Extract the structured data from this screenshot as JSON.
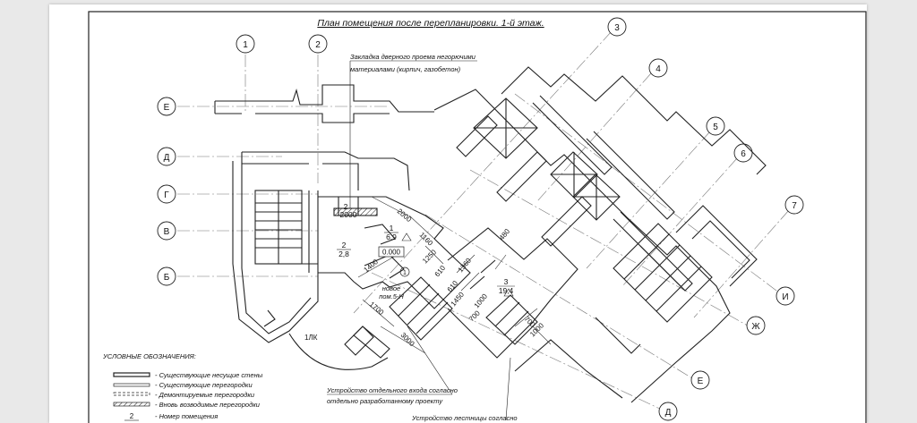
{
  "title": "План помещения после перепланировки. 1-й этаж.",
  "axes": {
    "n1": "1",
    "n2": "2",
    "n3": "3",
    "n4": "4",
    "n5": "5",
    "n6": "6",
    "n7": "7",
    "E_left": "Е",
    "D_left": "Д",
    "G": "Г",
    "V": "В",
    "B": "Б",
    "I": "И",
    "Zh": "Ж",
    "E_right": "Е",
    "D_right": "Д"
  },
  "notes": {
    "zakladka_1": "Закладка дверного проема негорючими",
    "zakladka_2": "материалами (кирпич, газобетон)",
    "vhod_1": "Устройство отдельного входа согласно",
    "vhod_2": "отдельно разработанному проекту",
    "lestnica": "Устройство лестницы согласно"
  },
  "rooms": {
    "r1_num": "1",
    "r1_area": "6,9",
    "r2_num": "2",
    "r2_area": "2,8",
    "r3_num": "3",
    "r3_area": "19,4",
    "r2s_num": "2",
    "r2s_val": "2000",
    "elevation": "0.000",
    "new_1": "новое",
    "new_2": "пом.5-Н",
    "stair": "1ЛК",
    "marker": "1"
  },
  "dims": [
    "2000",
    "1160",
    "1250",
    "1400",
    "610",
    "610",
    "1450",
    "1360",
    "480",
    "1700",
    "3000",
    "700",
    "700",
    "1000",
    "1000"
  ],
  "legend": {
    "title": "УСЛОВНЫЕ ОБОЗНАЧЕНИЯ:",
    "i1": "- Существующие несущие стены",
    "i2": "- Существующие перегородки",
    "i3": "- Демонтируемые перегородки",
    "i4": "- Вновь возводимые перегородки",
    "i5": "- Номер помещения",
    "num": "2"
  }
}
